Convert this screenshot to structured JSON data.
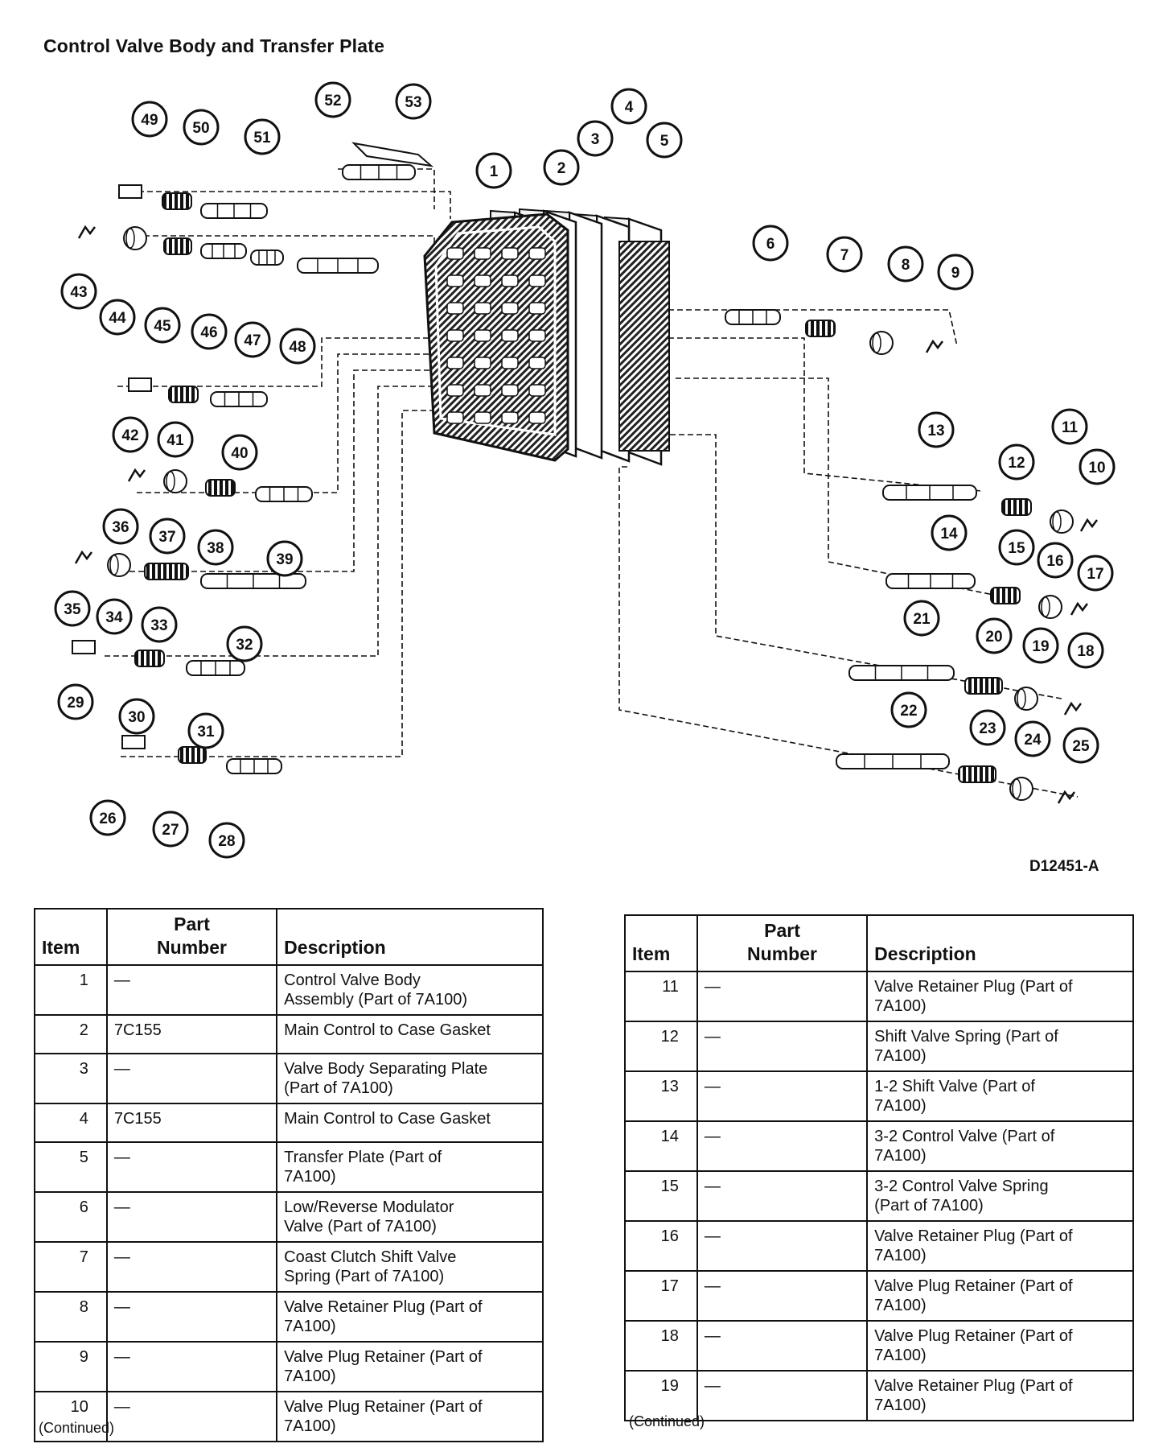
{
  "title": "Control Valve Body and Transfer Plate",
  "figure_code": "D12451-A",
  "callouts": [
    "1",
    "2",
    "3",
    "4",
    "5",
    "6",
    "7",
    "8",
    "9",
    "10",
    "11",
    "12",
    "13",
    "14",
    "15",
    "16",
    "17",
    "18",
    "19",
    "20",
    "21",
    "22",
    "23",
    "24",
    "25",
    "26",
    "27",
    "28",
    "29",
    "30",
    "31",
    "32",
    "33",
    "34",
    "35",
    "36",
    "37",
    "38",
    "39",
    "40",
    "41",
    "42",
    "43",
    "44",
    "45",
    "46",
    "47",
    "48",
    "49",
    "50",
    "51",
    "52",
    "53"
  ],
  "table_headers": {
    "item": "Item",
    "part_number_line1": "Part",
    "part_number_line2": "Number",
    "description": "Description"
  },
  "left_table": [
    {
      "item": "1",
      "part": "—",
      "desc1": "Control Valve Body",
      "desc2": "Assembly (Part of 7A100)"
    },
    {
      "item": "2",
      "part": "7C155",
      "desc1": "Main Control to Case Gasket",
      "desc2": ""
    },
    {
      "item": "3",
      "part": "—",
      "desc1": "Valve Body Separating Plate",
      "desc2": "(Part of 7A100)"
    },
    {
      "item": "4",
      "part": "7C155",
      "desc1": "Main Control to Case Gasket",
      "desc2": ""
    },
    {
      "item": "5",
      "part": "—",
      "desc1": "Transfer Plate (Part of",
      "desc2": "7A100)"
    },
    {
      "item": "6",
      "part": "—",
      "desc1": "Low/Reverse Modulator",
      "desc2": "Valve (Part of 7A100)"
    },
    {
      "item": "7",
      "part": "—",
      "desc1": "Coast Clutch Shift Valve",
      "desc2": "Spring (Part of 7A100)"
    },
    {
      "item": "8",
      "part": "—",
      "desc1": "Valve Retainer Plug (Part of",
      "desc2": "7A100)"
    },
    {
      "item": "9",
      "part": "—",
      "desc1": "Valve Plug Retainer (Part of",
      "desc2": "7A100)"
    },
    {
      "item": "10",
      "part": "—",
      "desc1": "Valve Plug Retainer (Part of",
      "desc2": "7A100)"
    }
  ],
  "right_table": [
    {
      "item": "11",
      "part": "—",
      "desc1": "Valve Retainer Plug (Part of",
      "desc2": "7A100)"
    },
    {
      "item": "12",
      "part": "—",
      "desc1": "Shift Valve Spring (Part of",
      "desc2": "7A100)"
    },
    {
      "item": "13",
      "part": "—",
      "desc1": "1-2 Shift Valve (Part of",
      "desc2": "7A100)"
    },
    {
      "item": "14",
      "part": "—",
      "desc1": "3-2 Control Valve (Part of",
      "desc2": "7A100)"
    },
    {
      "item": "15",
      "part": "—",
      "desc1": "3-2 Control Valve Spring",
      "desc2": "(Part of 7A100)"
    },
    {
      "item": "16",
      "part": "—",
      "desc1": "Valve Retainer Plug (Part of",
      "desc2": "7A100)"
    },
    {
      "item": "17",
      "part": "—",
      "desc1": "Valve Plug Retainer (Part of",
      "desc2": "7A100)"
    },
    {
      "item": "18",
      "part": "—",
      "desc1": "Valve Plug Retainer (Part of",
      "desc2": "7A100)"
    },
    {
      "item": "19",
      "part": "—",
      "desc1": "Valve Retainer Plug (Part of",
      "desc2": "7A100)"
    }
  ],
  "continued_label": "(Continued)"
}
